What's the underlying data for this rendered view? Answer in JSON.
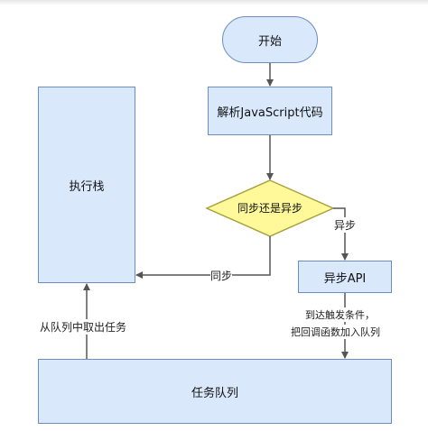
{
  "nodes": {
    "start": "开始",
    "parse": "解析JavaScript代码",
    "decision": "同步还是异步",
    "stack": "执行栈",
    "async_api": "异步API",
    "queue": "任务队列"
  },
  "edge_labels": {
    "sync": "同步",
    "async": "异步",
    "callback_line1": "到达触发条件，",
    "callback_line2": "把回调函数加入队列",
    "dequeue": "从队列中取出任务"
  },
  "colors": {
    "process_fill": "#dae8fc",
    "process_stroke": "#6c8ebf",
    "decision_fill": "#fff999",
    "decision_stroke": "#a8a241",
    "edge": "#555555"
  }
}
